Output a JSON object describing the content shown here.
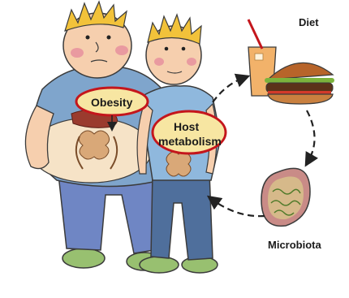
{
  "labels": {
    "obesity": "Obesity",
    "host_line1": "Host",
    "host_line2": "metabolism",
    "diet": "Diet",
    "microbiota": "Microbiota"
  },
  "colors": {
    "skin": "#f6cfae",
    "hair": "#f2c23a",
    "shirt_big": "#7fa5cc",
    "shirt_small": "#8fb8dd",
    "pants_big": "#6f86c4",
    "pants_small": "#4f6f9c",
    "shoes": "#98c070",
    "label_fill": "#f7e6a2",
    "label_ring": "#c4161c",
    "arrow": "#222222"
  }
}
